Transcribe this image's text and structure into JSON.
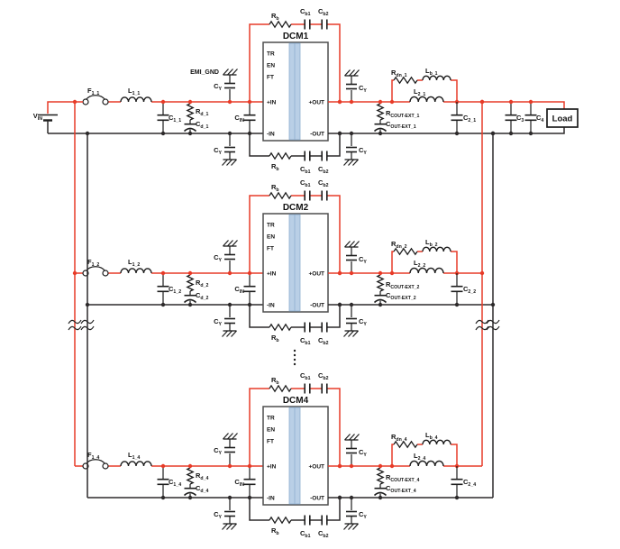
{
  "colors": {
    "positive_wire": "#e73b28",
    "negative_wire": "#2d2a2b",
    "component": "#1c1c1c",
    "module_border": "#4d4d4d",
    "module_fill": "#ffffff",
    "module_stripe_fill": "#b9cfe6",
    "module_stripe_edge": "#8fb0d0",
    "text": "#111111"
  },
  "source": {
    "main": "V",
    "sub": "IN"
  },
  "emi_gnd_label": "EMI_GND",
  "load_label": "Load",
  "module_pins": {
    "left": [
      "TR",
      "EN",
      "FT"
    ],
    "in_pos": "+IN",
    "in_neg": "-IN",
    "out_pos": "+OUT",
    "out_neg": "-OUT"
  },
  "bridge": {
    "rb": {
      "main": "R",
      "sub": "b"
    },
    "cb1": {
      "main": "C",
      "sub": "b1"
    },
    "cb2": {
      "main": "C",
      "sub": "b2"
    }
  },
  "cy": {
    "main": "C",
    "sub": "Y"
  },
  "cin": {
    "main": "C",
    "sub": "IN"
  },
  "output_caps": [
    {
      "main": "C",
      "sub": "3"
    },
    {
      "main": "C",
      "sub": "4"
    }
  ],
  "rows": [
    {
      "name": "DCM1",
      "fuse": {
        "main": "F",
        "sub": "1_1"
      },
      "l1": {
        "main": "L",
        "sub": "1_1"
      },
      "c1": {
        "main": "C",
        "sub": "1_1"
      },
      "rd": {
        "main": "R",
        "sub": "d_1"
      },
      "cd": {
        "main": "C",
        "sub": "d_1"
      },
      "rdn": {
        "main": "R",
        "sub": "dn_1"
      },
      "lb": {
        "main": "L",
        "sub": "b_1"
      },
      "l2": {
        "main": "L",
        "sub": "2_1"
      },
      "rcout": {
        "main": "R",
        "sub": "COUT-EXT_1"
      },
      "ccout": {
        "main": "C",
        "sub": "OUT-EXT_1"
      },
      "c2": {
        "main": "C",
        "sub": "2_1"
      }
    },
    {
      "name": "DCM2",
      "fuse": {
        "main": "F",
        "sub": "1_2"
      },
      "l1": {
        "main": "L",
        "sub": "1_2"
      },
      "c1": {
        "main": "C",
        "sub": "1_2"
      },
      "rd": {
        "main": "R",
        "sub": "d_2"
      },
      "cd": {
        "main": "C",
        "sub": "d_2"
      },
      "rdn": {
        "main": "R",
        "sub": "dn_2"
      },
      "lb": {
        "main": "L",
        "sub": "b_2"
      },
      "l2": {
        "main": "L",
        "sub": "2_2"
      },
      "rcout": {
        "main": "R",
        "sub": "COUT-EXT_2"
      },
      "ccout": {
        "main": "C",
        "sub": "OUT-EXT_2"
      },
      "c2": {
        "main": "C",
        "sub": "2_2"
      }
    },
    {
      "name": "DCM4",
      "fuse": {
        "main": "F",
        "sub": "1_4"
      },
      "l1": {
        "main": "L",
        "sub": "1_4"
      },
      "c1": {
        "main": "C",
        "sub": "1_4"
      },
      "rd": {
        "main": "R",
        "sub": "d_4"
      },
      "cd": {
        "main": "C",
        "sub": "d_4"
      },
      "rdn": {
        "main": "R",
        "sub": "dn_4"
      },
      "lb": {
        "main": "L",
        "sub": "b_4"
      },
      "l2": {
        "main": "L",
        "sub": "2_4"
      },
      "rcout": {
        "main": "R",
        "sub": "COUT-EXT_4"
      },
      "ccout": {
        "main": "C",
        "sub": "OUT-EXT_4"
      },
      "c2": {
        "main": "C",
        "sub": "2_4"
      }
    }
  ]
}
